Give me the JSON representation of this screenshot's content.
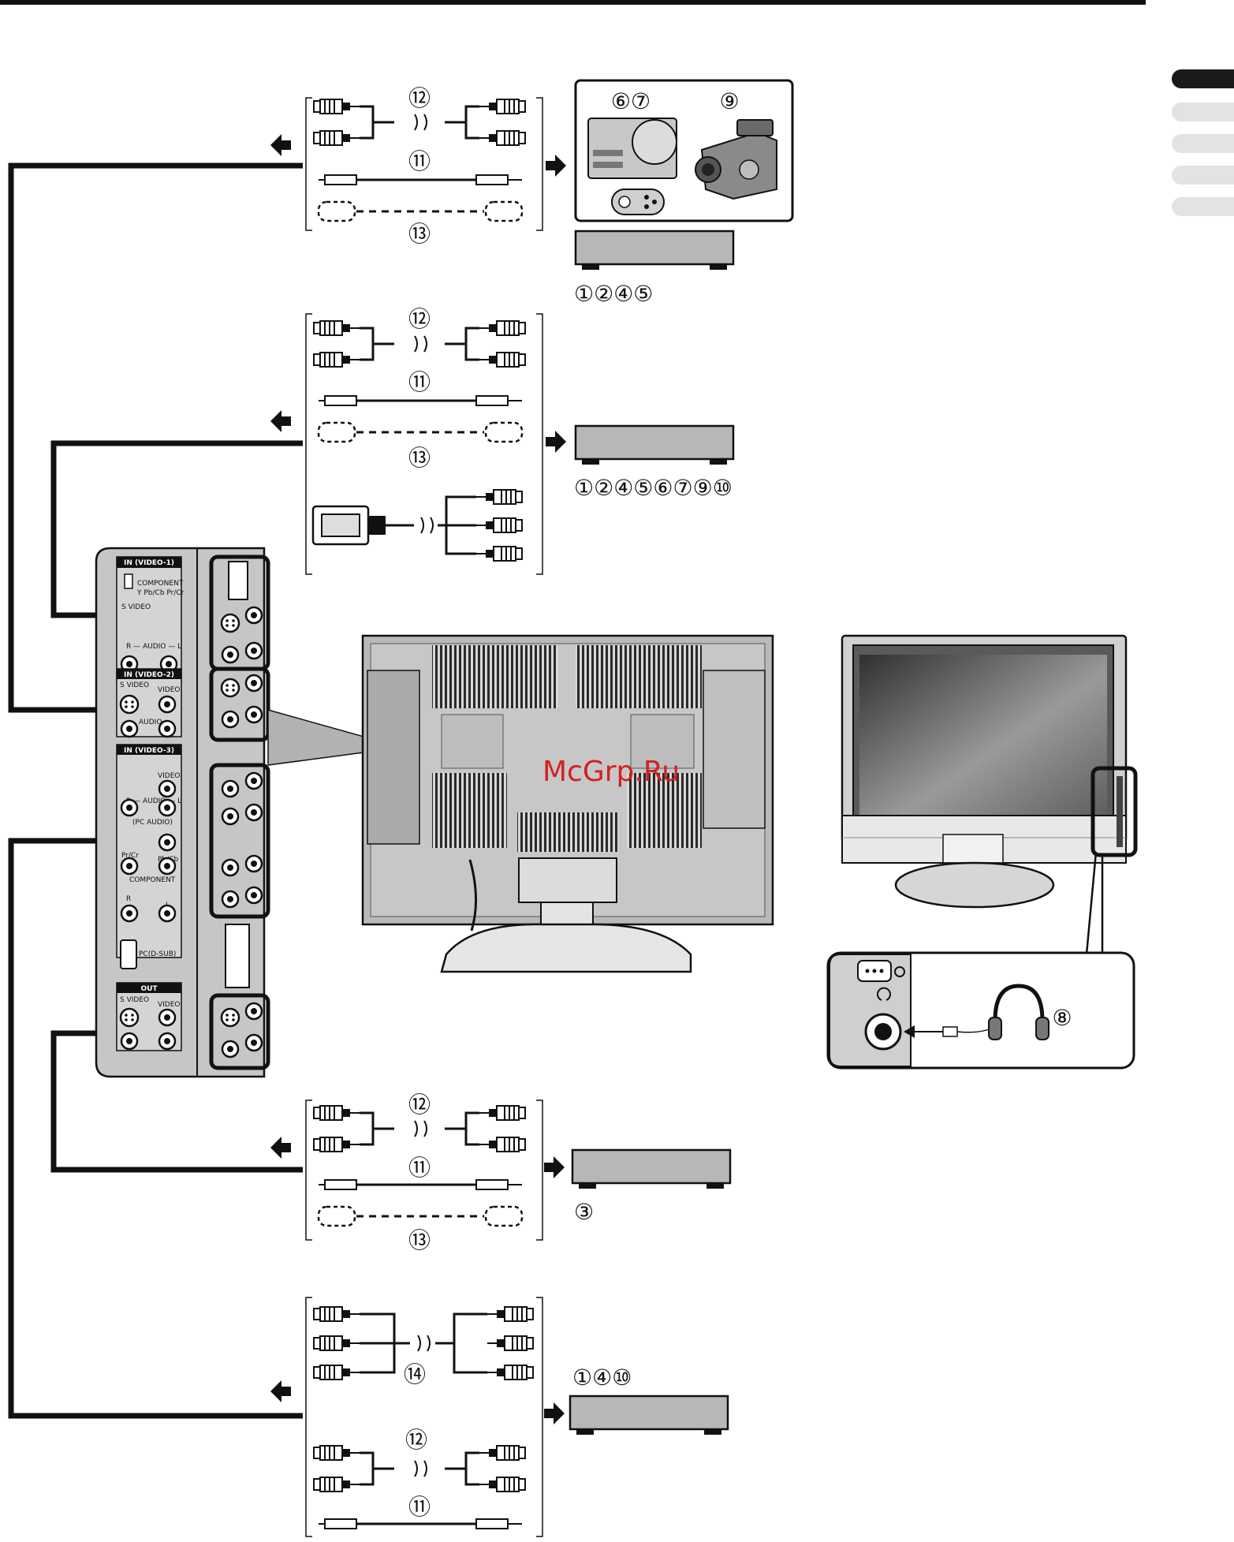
{
  "right_tabs": [
    {
      "state": "active"
    },
    {
      "state": "inactive"
    },
    {
      "state": "inactive"
    },
    {
      "state": "inactive"
    },
    {
      "state": "inactive"
    }
  ],
  "group1": {
    "cable_top": "⑫",
    "cable_mid": "⑪",
    "cable_bottom": "⑬",
    "devices_top": "⑥⑦",
    "devices_camcorder": "⑨",
    "devices_box": "①②④⑤"
  },
  "group2": {
    "cable_top": "⑫",
    "cable_mid": "⑪",
    "cable_bottom": "⑬",
    "devices_box": "①②④⑤⑥⑦⑨⑩"
  },
  "group3": {
    "cable_top": "⑫",
    "cable_mid": "⑪",
    "cable_bottom": "⑬",
    "devices_box": "③"
  },
  "group4": {
    "cable_top": "⑭",
    "cable_mid": "⑫",
    "cable_bottom": "⑪",
    "devices_box": "①④⑩"
  },
  "headphone": {
    "label": "⑧"
  },
  "panel": {
    "in_video1": "IN (VIDEO-1)",
    "component": "COMPONENT",
    "ypbpr": "Y Pb/Cb Pr/Cr",
    "s_video": "S VIDEO",
    "audio_rl": "R — AUDIO — L",
    "in_video2": "IN (VIDEO-2)",
    "video": "VIDEO",
    "audio": "AUDIO",
    "in_video3": "IN (VIDEO-3)",
    "pc_audio": "(PC AUDIO)",
    "pr_cr": "Pr/Cr",
    "pb_cb": "Pb/Cb",
    "component2": "COMPONENT",
    "r": "R",
    "l": "L",
    "pc_dsub": "PC(D-SUB)",
    "out": "OUT",
    "s_video_out": "S VIDEO",
    "video_out": "VIDEO"
  },
  "watermark": "McGrp.Ru"
}
